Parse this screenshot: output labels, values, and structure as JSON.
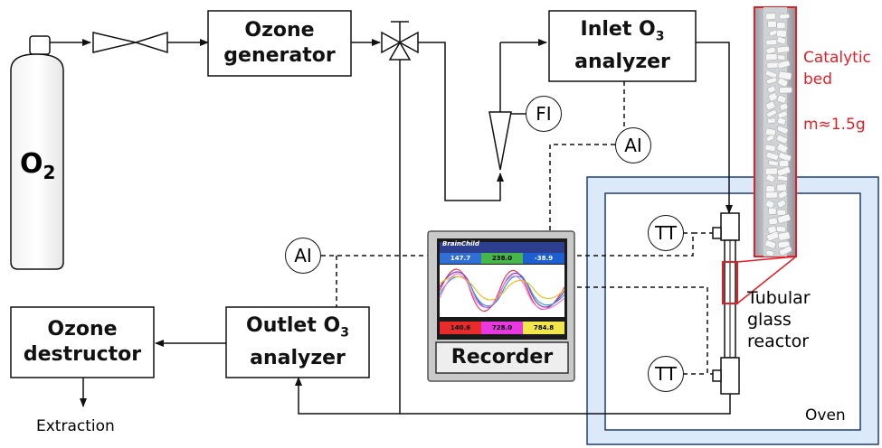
{
  "components": {
    "o2_cylinder": "O",
    "o2_subscript": "2",
    "ozone_generator": [
      "Ozone",
      "generator"
    ],
    "inlet_analyzer_l1": "Inlet O",
    "inlet_analyzer_sub": "3",
    "inlet_analyzer_l2": "analyzer",
    "outlet_analyzer_l1": "Outlet O",
    "outlet_analyzer_sub": "3",
    "outlet_analyzer_l2": "analyzer",
    "ozone_destructor": [
      "Ozone",
      "destructor"
    ],
    "recorder": "Recorder",
    "recorder_brand": "BrainChild",
    "recorder_values_top": [
      "147.7",
      "238.0",
      "-38.9"
    ],
    "recorder_values_bottom": [
      "140.6",
      "728.0",
      "784.8"
    ]
  },
  "instruments": {
    "flow_indicator": "FI",
    "analyzer_indicator_1": "AI",
    "analyzer_indicator_2": "AI",
    "temp_top": "TT",
    "temp_bottom": "TT"
  },
  "labels": {
    "extraction": "Extraction",
    "oven": "Oven",
    "reactor": [
      "Tubular",
      "glass",
      "reactor"
    ],
    "catalytic_bed": [
      "Catalytic",
      "bed"
    ],
    "mass": "m≈1.5g"
  },
  "colors": {
    "line": "#111111",
    "oven_fill": "#dce9f8",
    "oven_border": "#1f3f73",
    "highlight_red": "#e41e26"
  }
}
